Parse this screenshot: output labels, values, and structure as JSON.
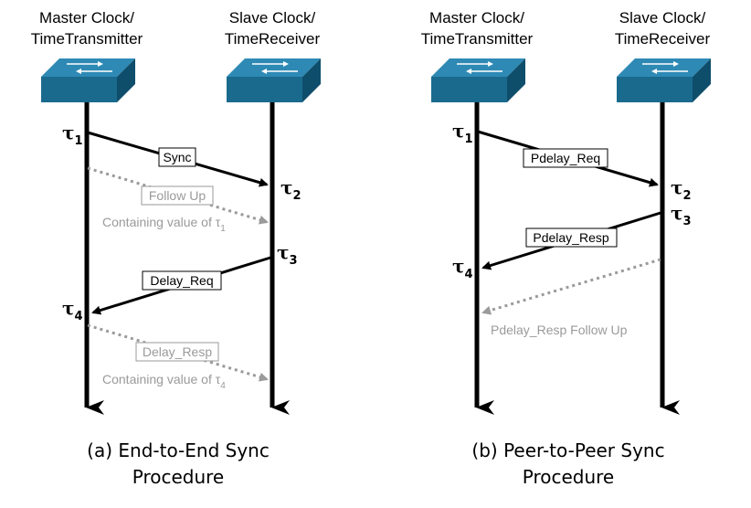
{
  "panel_a": {
    "left_node": [
      "Master Clock/",
      "TimeTransmitter"
    ],
    "right_node": [
      "Slave Clock/",
      "TimeReceiver"
    ],
    "tau_symbol": "τ",
    "tau_subs": [
      "1",
      "2",
      "3",
      "4"
    ],
    "messages": {
      "sync": "Sync",
      "follow_up": "Follow Up",
      "containing_1": "Containing value of τ",
      "containing_1_sub": "1",
      "delay_req": "Delay_Req",
      "delay_resp": "Delay_Resp",
      "containing_4": "Containing value of τ",
      "containing_4_sub": "4"
    },
    "caption": [
      "(a) End-to-End Sync",
      "Procedure"
    ]
  },
  "panel_b": {
    "left_node": [
      "Master Clock/",
      "TimeTransmitter"
    ],
    "right_node": [
      "Slave Clock/",
      "TimeReceiver"
    ],
    "tau_symbol": "τ",
    "tau_subs": [
      "1",
      "2",
      "3",
      "4"
    ],
    "messages": {
      "pdelay_req": "Pdelay_Req",
      "pdelay_resp": "Pdelay_Resp",
      "pdelay_resp_follow_up": "Pdelay_Resp Follow Up"
    },
    "caption": [
      "(b) Peer-to-Peer Sync",
      "Procedure"
    ]
  },
  "colors": {
    "switch_front": "#1a6a8e",
    "switch_top": "#2e8ab5",
    "switch_side": "#0f4e6b",
    "message": "#000000",
    "follow_up": "#9a9a9a"
  },
  "icons": [
    "switch-icon"
  ]
}
